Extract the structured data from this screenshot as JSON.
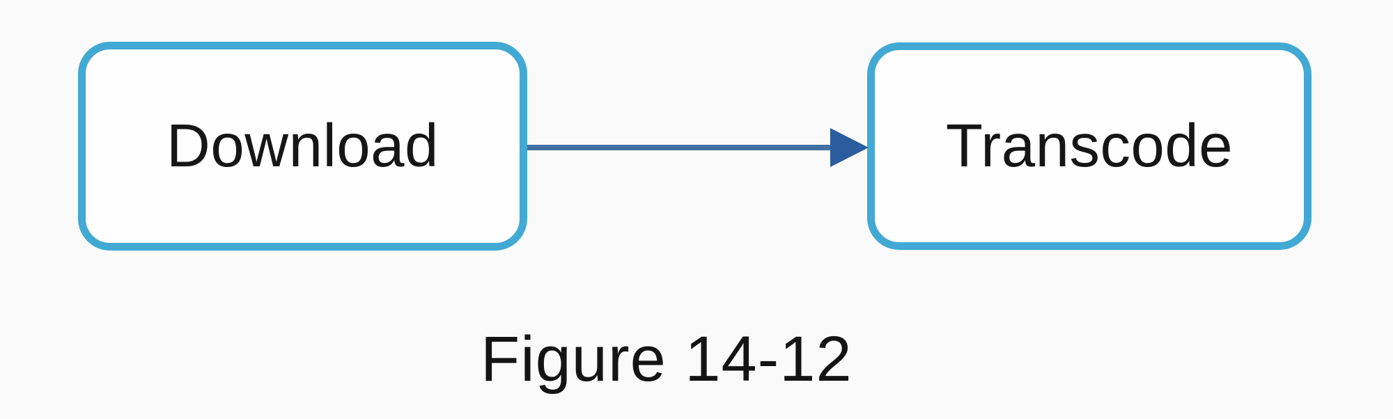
{
  "diagram": {
    "type": "flowchart",
    "background_color": "#fafafa",
    "caption": "Figure 14-12",
    "nodes": [
      {
        "id": "download",
        "label": "Download",
        "shape": "rounded-rectangle",
        "border_color": "#41a9d3",
        "fill_color": "#fefefe",
        "text_color": "#161616"
      },
      {
        "id": "transcode",
        "label": "Transcode",
        "shape": "rounded-rectangle",
        "border_color": "#41a9d3",
        "fill_color": "#fefefe",
        "text_color": "#161616"
      }
    ],
    "edges": [
      {
        "from": "download",
        "to": "transcode",
        "direction": "right",
        "style": "solid",
        "arrowhead": "filled-triangle",
        "line_color": "#4270a4",
        "head_color": "#2b5c9e"
      }
    ]
  }
}
